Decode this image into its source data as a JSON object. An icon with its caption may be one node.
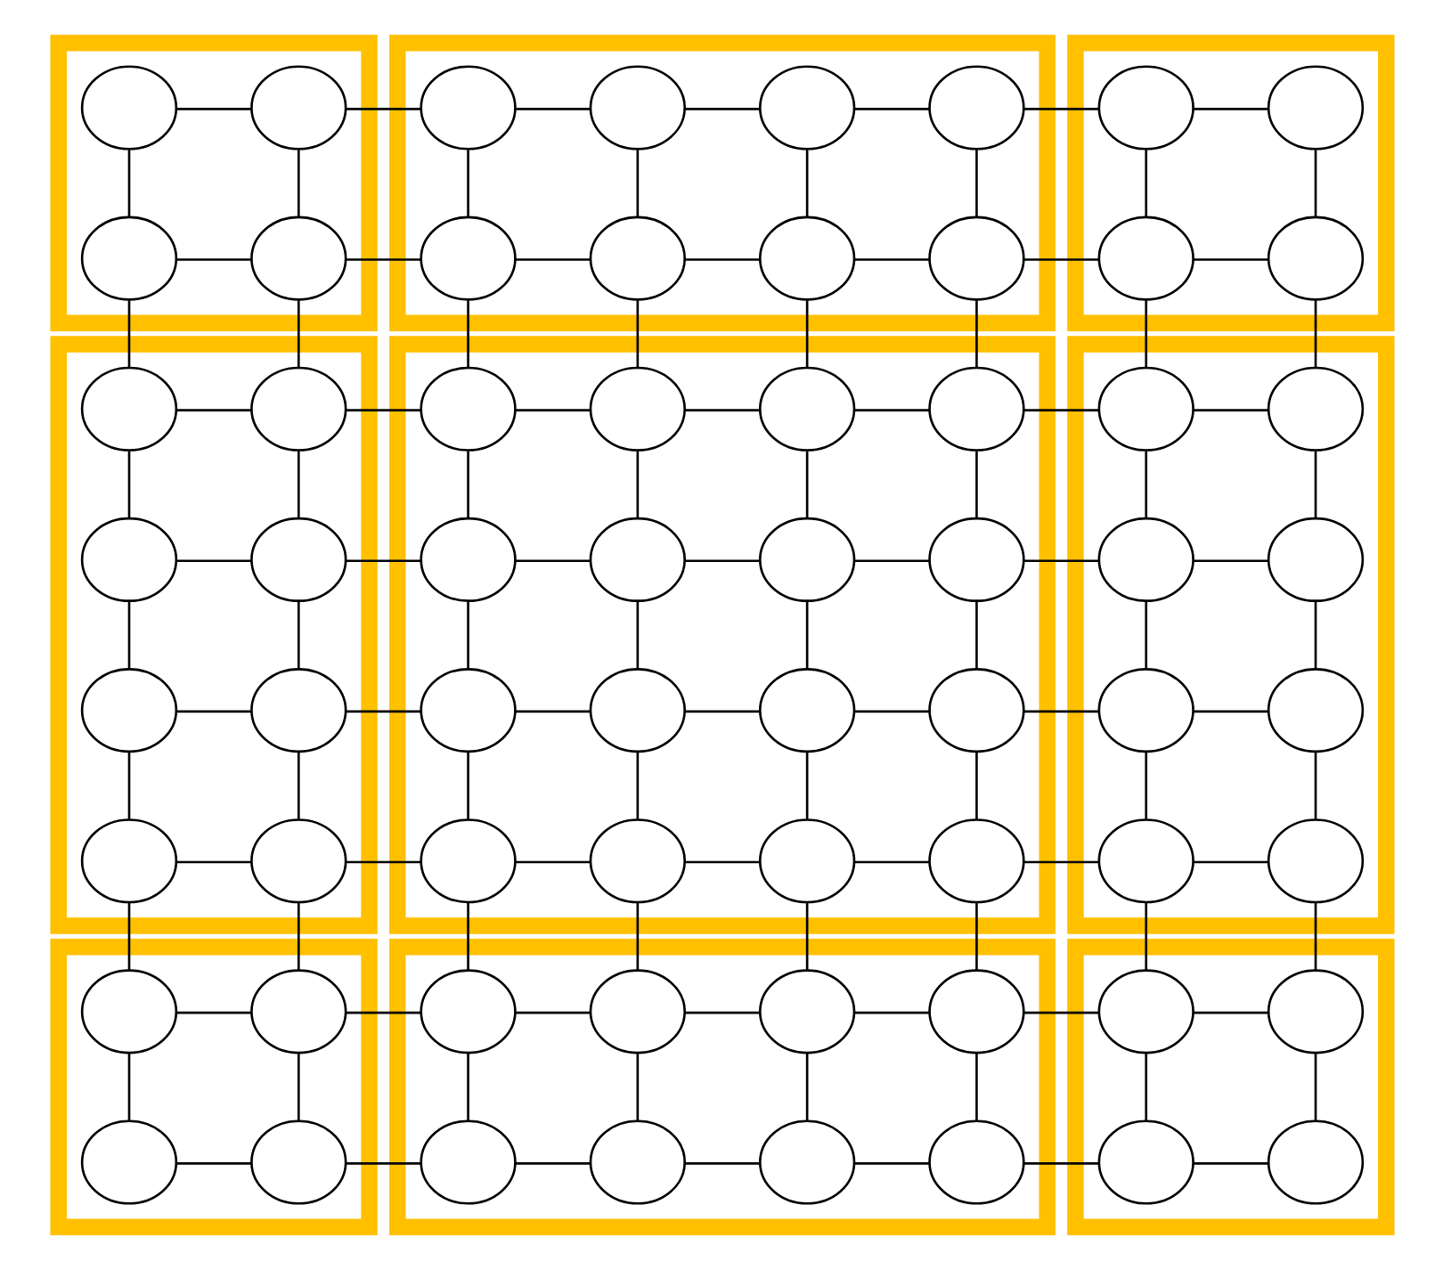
{
  "diagram": {
    "nodes": [
      {
        "text": [],
        "shape": "box"
      },
      {
        "text": [],
        "shape": "circle",
        "in": 0
      },
      {
        "text": [],
        "shape": "circle",
        "in": 0
      },
      {
        "text": [],
        "shape": "circle",
        "in": 0
      },
      {
        "text": [],
        "shape": "circle",
        "in": 0
      },
      {
        "text": [],
        "shape": "box"
      },
      {
        "text": [],
        "shape": "circle",
        "in": 5
      },
      {
        "text": [],
        "shape": "circle",
        "in": 5
      },
      {
        "text": [],
        "shape": "circle",
        "in": 5
      },
      {
        "text": [],
        "shape": "circle",
        "in": 5
      },
      {
        "text": [],
        "shape": "circle",
        "in": 5
      },
      {
        "text": [],
        "shape": "circle",
        "in": 5
      },
      {
        "text": [],
        "shape": "circle",
        "in": 5
      },
      {
        "text": [],
        "shape": "circle",
        "in": 5
      },
      {
        "text": [],
        "shape": "box"
      },
      {
        "text": [],
        "shape": "circle",
        "in": 14
      },
      {
        "text": [],
        "shape": "circle",
        "in": 14
      },
      {
        "text": [],
        "shape": "circle",
        "in": 14
      },
      {
        "text": [],
        "shape": "circle",
        "in": 14
      },
      {
        "text": [],
        "shape": "box"
      },
      {
        "text": [],
        "shape": "circle",
        "in": 19
      },
      {
        "text": [],
        "shape": "circle",
        "in": 19
      },
      {
        "text": [],
        "shape": "circle",
        "in": 19
      },
      {
        "text": [],
        "shape": "circle",
        "in": 19
      },
      {
        "text": [],
        "shape": "circle",
        "in": 19
      },
      {
        "text": [],
        "shape": "circle",
        "in": 19
      },
      {
        "text": [],
        "shape": "circle",
        "in": 19
      },
      {
        "text": [],
        "shape": "circle",
        "in": 19
      },
      {
        "text": [],
        "shape": "box"
      },
      {
        "text": [],
        "shape": "circle",
        "in": 28
      },
      {
        "text": [],
        "shape": "circle",
        "in": 28
      },
      {
        "text": [],
        "shape": "circle",
        "in": 28
      },
      {
        "text": [],
        "shape": "circle",
        "in": 28
      },
      {
        "text": [],
        "shape": "circle",
        "in": 28
      },
      {
        "text": [],
        "shape": "circle",
        "in": 28
      },
      {
        "text": [],
        "shape": "circle",
        "in": 28
      },
      {
        "text": [],
        "shape": "circle",
        "in": 28
      },
      {
        "text": [],
        "shape": "circle",
        "in": 28
      },
      {
        "text": [],
        "shape": "circle",
        "in": 28
      },
      {
        "text": [],
        "shape": "circle",
        "in": 28
      },
      {
        "text": [],
        "shape": "circle",
        "in": 28
      },
      {
        "text": [],
        "shape": "circle",
        "in": 28
      },
      {
        "text": [],
        "shape": "circle",
        "in": 28
      },
      {
        "text": [],
        "shape": "circle",
        "in": 28
      },
      {
        "text": [],
        "shape": "circle",
        "in": 28
      },
      {
        "text": [],
        "shape": "box"
      },
      {
        "text": [],
        "shape": "circle",
        "in": 45
      },
      {
        "text": [],
        "shape": "circle",
        "in": 45
      },
      {
        "text": [],
        "shape": "circle",
        "in": 45
      },
      {
        "text": [],
        "shape": "circle",
        "in": 45
      },
      {
        "text": [],
        "shape": "circle",
        "in": 45
      },
      {
        "text": [],
        "shape": "circle",
        "in": 45
      },
      {
        "text": [],
        "shape": "circle",
        "in": 45
      },
      {
        "text": [],
        "shape": "circle",
        "in": 45
      },
      {
        "text": [],
        "shape": "box"
      },
      {
        "text": [],
        "shape": "circle",
        "in": 54
      },
      {
        "text": [],
        "shape": "circle",
        "in": 54
      },
      {
        "text": [],
        "shape": "circle",
        "in": 54
      },
      {
        "text": [],
        "shape": "circle",
        "in": 54
      },
      {
        "text": [],
        "shape": "box"
      },
      {
        "text": [],
        "shape": "circle",
        "in": 59
      },
      {
        "text": [],
        "shape": "circle",
        "in": 59
      },
      {
        "text": [],
        "shape": "circle",
        "in": 59
      },
      {
        "text": [],
        "shape": "circle",
        "in": 59
      },
      {
        "text": [],
        "shape": "circle",
        "in": 59
      },
      {
        "text": [],
        "shape": "circle",
        "in": 59
      },
      {
        "text": [],
        "shape": "circle",
        "in": 59
      },
      {
        "text": [],
        "shape": "circle",
        "in": 59
      },
      {
        "text": [],
        "shape": "box"
      },
      {
        "text": [],
        "shape": "circle",
        "in": 68
      },
      {
        "text": [],
        "shape": "circle",
        "in": 68
      },
      {
        "text": [],
        "shape": "circle",
        "in": 68
      },
      {
        "text": [],
        "shape": "circle",
        "in": 68
      }
    ],
    "edges": [
      {
        "from": 1,
        "to": 2,
        "arrow": "none"
      },
      {
        "from": 1,
        "to": 3,
        "arrow": "none"
      },
      {
        "from": 2,
        "to": 6,
        "arrow": "none"
      },
      {
        "from": 2,
        "to": 4,
        "arrow": "none"
      },
      {
        "from": 6,
        "to": 7,
        "arrow": "none"
      },
      {
        "from": 6,
        "to": 10,
        "arrow": "none"
      },
      {
        "from": 7,
        "to": 8,
        "arrow": "none"
      },
      {
        "from": 7,
        "to": 11,
        "arrow": "none"
      },
      {
        "from": 8,
        "to": 9,
        "arrow": "none"
      },
      {
        "from": 8,
        "to": 12,
        "arrow": "none"
      },
      {
        "from": 9,
        "to": 15,
        "arrow": "none"
      },
      {
        "from": 9,
        "to": 13,
        "arrow": "none"
      },
      {
        "from": 15,
        "to": 16,
        "arrow": "none"
      },
      {
        "from": 15,
        "to": 17,
        "arrow": "none"
      },
      {
        "from": 16,
        "to": 18,
        "arrow": "none"
      },
      {
        "from": 3,
        "to": 4,
        "arrow": "none"
      },
      {
        "from": 3,
        "to": 20,
        "arrow": "none"
      },
      {
        "from": 4,
        "to": 10,
        "arrow": "none"
      },
      {
        "from": 4,
        "to": 21,
        "arrow": "none"
      },
      {
        "from": 10,
        "to": 11,
        "arrow": "none"
      },
      {
        "from": 10,
        "to": 29,
        "arrow": "none"
      },
      {
        "from": 11,
        "to": 12,
        "arrow": "none"
      },
      {
        "from": 11,
        "to": 30,
        "arrow": "none"
      },
      {
        "from": 12,
        "to": 13,
        "arrow": "none"
      },
      {
        "from": 12,
        "to": 31,
        "arrow": "none"
      },
      {
        "from": 13,
        "to": 17,
        "arrow": "none"
      },
      {
        "from": 13,
        "to": 32,
        "arrow": "none"
      },
      {
        "from": 17,
        "to": 18,
        "arrow": "none"
      },
      {
        "from": 17,
        "to": 46,
        "arrow": "none"
      },
      {
        "from": 18,
        "to": 47,
        "arrow": "none"
      },
      {
        "from": 20,
        "to": 21,
        "arrow": "none"
      },
      {
        "from": 20,
        "to": 22,
        "arrow": "none"
      },
      {
        "from": 21,
        "to": 29,
        "arrow": "none"
      },
      {
        "from": 21,
        "to": 23,
        "arrow": "none"
      },
      {
        "from": 29,
        "to": 30,
        "arrow": "none"
      },
      {
        "from": 29,
        "to": 33,
        "arrow": "none"
      },
      {
        "from": 30,
        "to": 31,
        "arrow": "none"
      },
      {
        "from": 30,
        "to": 34,
        "arrow": "none"
      },
      {
        "from": 31,
        "to": 32,
        "arrow": "none"
      },
      {
        "from": 31,
        "to": 35,
        "arrow": "none"
      },
      {
        "from": 32,
        "to": 46,
        "arrow": "none"
      },
      {
        "from": 32,
        "to": 36,
        "arrow": "none"
      },
      {
        "from": 46,
        "to": 47,
        "arrow": "none"
      },
      {
        "from": 46,
        "to": 48,
        "arrow": "none"
      },
      {
        "from": 47,
        "to": 49,
        "arrow": "none"
      },
      {
        "from": 22,
        "to": 23,
        "arrow": "none"
      },
      {
        "from": 22,
        "to": 24,
        "arrow": "none"
      },
      {
        "from": 23,
        "to": 33,
        "arrow": "none"
      },
      {
        "from": 23,
        "to": 25,
        "arrow": "none"
      },
      {
        "from": 33,
        "to": 34,
        "arrow": "none"
      },
      {
        "from": 33,
        "to": 37,
        "arrow": "none"
      },
      {
        "from": 34,
        "to": 35,
        "arrow": "none"
      },
      {
        "from": 34,
        "to": 38,
        "arrow": "none"
      },
      {
        "from": 35,
        "to": 36,
        "arrow": "none"
      },
      {
        "from": 35,
        "to": 39,
        "arrow": "none"
      },
      {
        "from": 36,
        "to": 48,
        "arrow": "none"
      },
      {
        "from": 36,
        "to": 40,
        "arrow": "none"
      },
      {
        "from": 48,
        "to": 49,
        "arrow": "none"
      },
      {
        "from": 48,
        "to": 50,
        "arrow": "none"
      },
      {
        "from": 49,
        "to": 51,
        "arrow": "none"
      },
      {
        "from": 24,
        "to": 25,
        "arrow": "none"
      },
      {
        "from": 24,
        "to": 26,
        "arrow": "none"
      },
      {
        "from": 25,
        "to": 37,
        "arrow": "none"
      },
      {
        "from": 25,
        "to": 27,
        "arrow": "none"
      },
      {
        "from": 37,
        "to": 38,
        "arrow": "none"
      },
      {
        "from": 37,
        "to": 41,
        "arrow": "none"
      },
      {
        "from": 38,
        "to": 39,
        "arrow": "none"
      },
      {
        "from": 38,
        "to": 42,
        "arrow": "none"
      },
      {
        "from": 39,
        "to": 40,
        "arrow": "none"
      },
      {
        "from": 39,
        "to": 43,
        "arrow": "none"
      },
      {
        "from": 40,
        "to": 50,
        "arrow": "none"
      },
      {
        "from": 40,
        "to": 44,
        "arrow": "none"
      },
      {
        "from": 50,
        "to": 51,
        "arrow": "none"
      },
      {
        "from": 50,
        "to": 52,
        "arrow": "none"
      },
      {
        "from": 51,
        "to": 53,
        "arrow": "none"
      },
      {
        "from": 26,
        "to": 27,
        "arrow": "none"
      },
      {
        "from": 26,
        "to": 55,
        "arrow": "none"
      },
      {
        "from": 27,
        "to": 41,
        "arrow": "none"
      },
      {
        "from": 27,
        "to": 56,
        "arrow": "none"
      },
      {
        "from": 41,
        "to": 42,
        "arrow": "none"
      },
      {
        "from": 41,
        "to": 60,
        "arrow": "none"
      },
      {
        "from": 42,
        "to": 43,
        "arrow": "none"
      },
      {
        "from": 42,
        "to": 61,
        "arrow": "none"
      },
      {
        "from": 43,
        "to": 44,
        "arrow": "none"
      },
      {
        "from": 43,
        "to": 62,
        "arrow": "none"
      },
      {
        "from": 44,
        "to": 52,
        "arrow": "none"
      },
      {
        "from": 44,
        "to": 63,
        "arrow": "none"
      },
      {
        "from": 52,
        "to": 53,
        "arrow": "none"
      },
      {
        "from": 52,
        "to": 69,
        "arrow": "none"
      },
      {
        "from": 53,
        "to": 70,
        "arrow": "none"
      },
      {
        "from": 55,
        "to": 56,
        "arrow": "none"
      },
      {
        "from": 55,
        "to": 57,
        "arrow": "none"
      },
      {
        "from": 56,
        "to": 60,
        "arrow": "none"
      },
      {
        "from": 56,
        "to": 58,
        "arrow": "none"
      },
      {
        "from": 60,
        "to": 61,
        "arrow": "none"
      },
      {
        "from": 60,
        "to": 64,
        "arrow": "none"
      },
      {
        "from": 61,
        "to": 62,
        "arrow": "none"
      },
      {
        "from": 61,
        "to": 65,
        "arrow": "none"
      },
      {
        "from": 62,
        "to": 63,
        "arrow": "none"
      },
      {
        "from": 62,
        "to": 66,
        "arrow": "none"
      },
      {
        "from": 63,
        "to": 69,
        "arrow": "none"
      },
      {
        "from": 63,
        "to": 67,
        "arrow": "none"
      },
      {
        "from": 69,
        "to": 70,
        "arrow": "none"
      },
      {
        "from": 69,
        "to": 71,
        "arrow": "none"
      },
      {
        "from": 70,
        "to": 72,
        "arrow": "none"
      },
      {
        "from": 57,
        "to": 58,
        "arrow": "none"
      },
      {
        "from": 58,
        "to": 64,
        "arrow": "none"
      },
      {
        "from": 64,
        "to": 65,
        "arrow": "none"
      },
      {
        "from": 65,
        "to": 66,
        "arrow": "none"
      },
      {
        "from": 66,
        "to": 67,
        "arrow": "none"
      },
      {
        "from": 67,
        "to": 71,
        "arrow": "none"
      },
      {
        "from": 71,
        "to": 72,
        "arrow": "none"
      }
    ]
  }
}
